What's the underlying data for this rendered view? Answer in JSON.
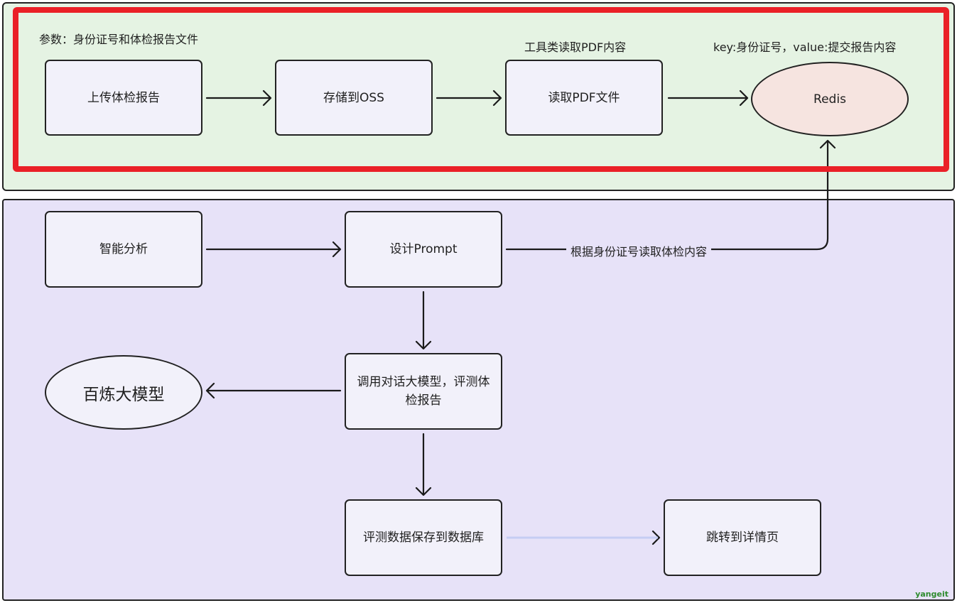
{
  "top_section": {
    "param_label": "参数：身份证号和体检报告文件",
    "tool_label": "工具类读取PDF内容",
    "kv_label": "key:身份证号，value:提交报告内容",
    "nodes": {
      "upload": "上传体检报告",
      "store": "存储到OSS",
      "read_pdf": "读取PDF文件",
      "redis": "Redis"
    }
  },
  "bottom_section": {
    "nodes": {
      "analysis": "智能分析",
      "design_prompt": "设计Prompt",
      "call_model": "调用对话大模型，评测体检报告",
      "bailian": "百炼大模型",
      "save_db": "评测数据保存到数据库",
      "jump_detail": "跳转到详情页"
    },
    "edge_label": "根据身份证号读取体检内容"
  },
  "colors": {
    "top_panel_bg": "#e5f3e3",
    "bottom_panel_bg": "#e7e2f8",
    "highlight_border": "#ea2027",
    "redis_fill": "#f6e4e0",
    "node_fill": "#f2f1fa",
    "light_arrow": "#c5cdf3"
  },
  "watermark": "yangeit"
}
